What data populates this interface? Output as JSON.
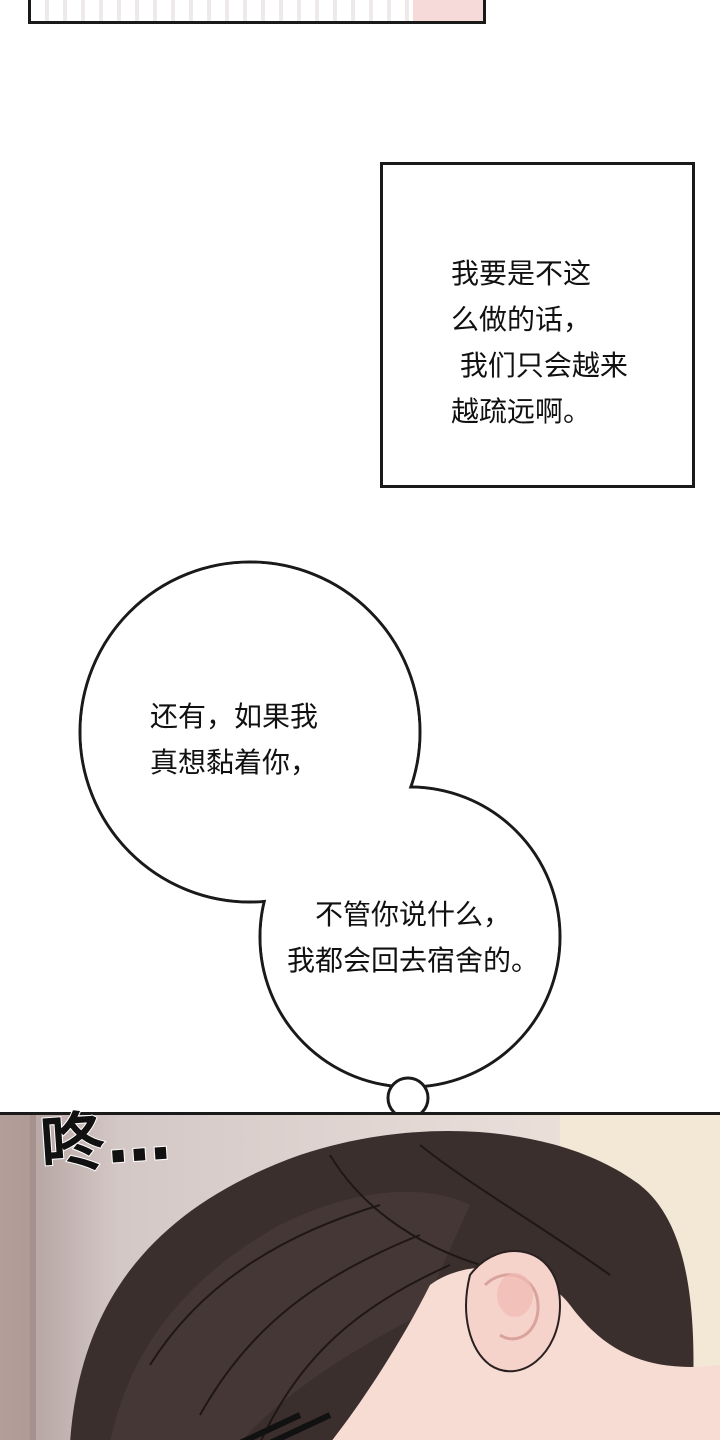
{
  "narration": {
    "lines": "我要是不这\n么做的话，\n 我们只会越来\n越疏远啊。"
  },
  "bubble_1": {
    "lines": "还有，如果我\n真想黏着你，"
  },
  "bubble_2": {
    "lines": "不管你说什么，\n我都会回去宿舍的。"
  },
  "sound_effect": {
    "text": "咚…"
  },
  "colors": {
    "hair": "#3b2f2e",
    "skin": "#f7dcd4",
    "ear_blush": "#f1b9b2",
    "wall": "#b9a9a6",
    "ink": "#1a1a1a"
  }
}
